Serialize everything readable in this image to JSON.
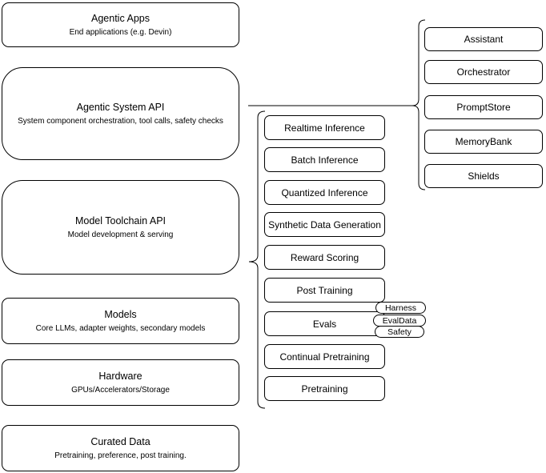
{
  "diagram": {
    "left_boxes": [
      {
        "title": "Agentic Apps",
        "subtitle": "End applications (e.g. Devin)"
      },
      {
        "title": "Agentic System API",
        "subtitle": "System component orchestration, tool calls, safety checks"
      },
      {
        "title": "Model Toolchain API",
        "subtitle": "Model development & serving"
      },
      {
        "title": "Models",
        "subtitle": "Core LLMs, adapter weights, secondary models"
      },
      {
        "title": "Hardware",
        "subtitle": "GPUs/Accelerators/Storage"
      },
      {
        "title": "Curated Data",
        "subtitle": "Pretraining, preference, post training."
      }
    ],
    "toolchain_items": [
      "Realtime Inference",
      "Batch Inference",
      "Quantized Inference",
      "Synthetic Data Generation",
      "Reward Scoring",
      "Post Training",
      "Evals",
      "Continual Pretraining",
      "Pretraining"
    ],
    "eval_pills": [
      "Harness",
      "EvalData",
      "Safety"
    ],
    "system_components": [
      "Assistant",
      "Orchestrator",
      "PromptStore",
      "MemoryBank",
      "Shields"
    ],
    "colors": {
      "stroke": "#000000",
      "background": "#ffffff",
      "text": "#000000"
    }
  }
}
